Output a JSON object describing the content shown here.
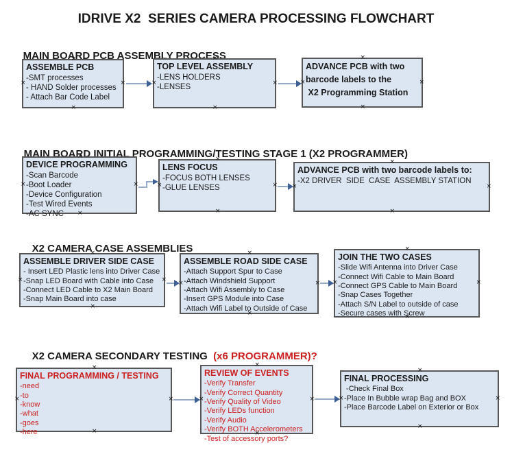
{
  "colors": {
    "background": "#ffffff",
    "text": "#1a1a1a",
    "red": "#cc2020",
    "box_fill": "#dce6f2",
    "box_border": "#565656",
    "arrow_line": "#95a9c7",
    "arrow_head": "#3d5f94",
    "handle": "#1a1a1a"
  },
  "glyphs": {
    "connection_handle": "×"
  },
  "title": "IDRIVE X2  SERIES CAMERA PROCESSING FLOWCHART",
  "sections": [
    {
      "header": "MAIN BOARD PCB ASSEMBLY PROCESS",
      "header_red": "",
      "boxes": [
        {
          "heading": "ASSEMBLE PCB",
          "text_color": "black",
          "lines": [
            "-SMT processes",
            "- HAND Solder processes",
            "- Attach Bar Code Label"
          ]
        },
        {
          "heading": "TOP LEVEL ASSEMBLY",
          "text_color": "black",
          "lines": [
            "-LENS HOLDERS",
            "-LENSES"
          ]
        },
        {
          "heading": "ADVANCE PCB with two\nbarcode labels to the\n X2 Programming Station",
          "text_color": "black",
          "lines": []
        }
      ]
    },
    {
      "header": "MAIN BOARD INITIAL PROGRAMMING/TESTING STAGE 1 (X2 PROGRAMMER)",
      "header_red": "",
      "boxes": [
        {
          "heading": "DEVICE PROGRAMMING",
          "text_color": "black",
          "lines": [
            "-Scan Barcode",
            "-Boot Loader",
            "-Device Configuration",
            "-Test Wired Events",
            "-AC SYNC"
          ]
        },
        {
          "heading": "LENS FOCUS",
          "text_color": "black",
          "lines": [
            "-FOCUS BOTH LENSES",
            "-GLUE LENSES"
          ]
        },
        {
          "heading": "ADVANCE PCB with two barcode labels to:",
          "text_color": "black",
          "lines": [
            "-X2 DRIVER  SIDE  CASE  ASSEMBLY STATION"
          ]
        }
      ]
    },
    {
      "header": "X2 CAMERA CASE ASSEMBLIES",
      "header_red": "",
      "boxes": [
        {
          "heading": "ASSEMBLE DRIVER SIDE CASE",
          "text_color": "black",
          "lines": [
            "- Insert LED Plastic lens into Driver Case",
            "-Snap LED Board with Cable into Case",
            "-Connect LED Cable to X2 Main Board",
            "-Snap Main Board into case"
          ]
        },
        {
          "heading": "ASSEMBLE ROAD SIDE CASE",
          "text_color": "black",
          "lines": [
            "-Attach Support Spur to Case",
            "-Attach Windshield Support",
            "-Attach Wifi Assembly to Case",
            "-Insert GPS Module into Case",
            "-Attach Wifi Label to Outside of Case"
          ]
        },
        {
          "heading": "JOIN THE TWO CASES",
          "text_color": "black",
          "lines": [
            "-Slide Wifi Antenna into Driver Case",
            "-Connect Wifi Cable to Main Board",
            "-Connect GPS Cable to Main Board",
            "-Snap Cases Together",
            "-Attach S/N Label to outside of case",
            "-Secure cases with Screw"
          ]
        }
      ]
    },
    {
      "header": "X2 CAMERA SECONDARY TESTING",
      "header_red": "  (x6 PROGRAMMER)?",
      "boxes": [
        {
          "heading": "FINAL PROGRAMMING / TESTING",
          "text_color": "red",
          "lines": [
            "-need",
            "-to",
            "-know",
            "-what",
            "-goes",
            "-here"
          ]
        },
        {
          "heading": "REVIEW OF EVENTS",
          "text_color": "red",
          "lines": [
            "-Verify Transfer",
            "-Verify Correct Quantity",
            "-Verify Quality of Video",
            "-Verify LEDs function",
            "-Verify Audio",
            "-Verify BOTH Accelerometers",
            "-Test of accessory ports?"
          ]
        },
        {
          "heading": "FINAL PROCESSING",
          "text_color": "black",
          "lines": [
            " -Check Final Box",
            "-Place In Bubble wrap Bag and BOX",
            "-Place Barcode Label on Exterior or Box"
          ]
        }
      ]
    }
  ]
}
